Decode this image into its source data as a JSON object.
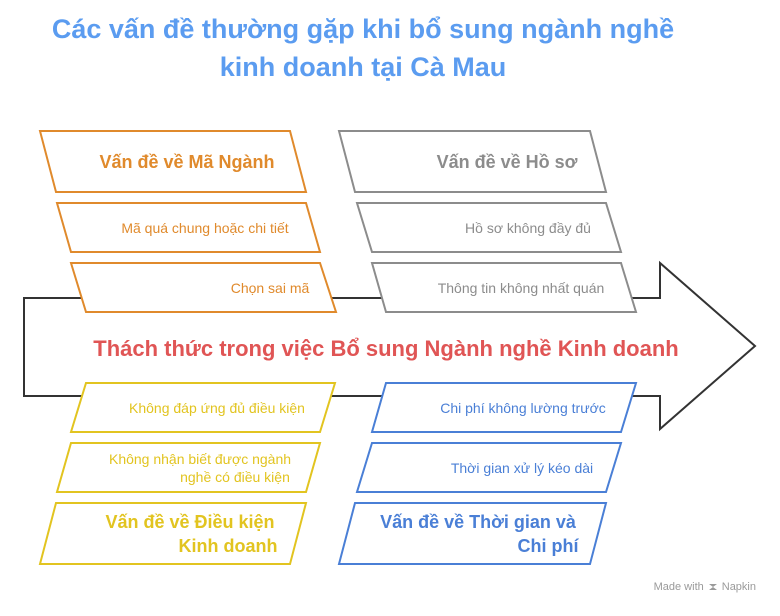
{
  "title": {
    "line1": "Các vấn đề thường gặp khi bổ sung ngành nghề",
    "line2": "kinh doanh tại Cà Mau"
  },
  "center": "Thách thức trong việc Bổ sung Ngành nghề Kinh doanh",
  "groups": {
    "ma_nganh": {
      "color": "#e08a2c",
      "heading": "Vấn đề về Mã Ngành",
      "items": [
        "Mã quá chung hoặc chi tiết",
        "Chọn sai mã"
      ]
    },
    "ho_so": {
      "color": "#8c8c8c",
      "heading": "Vấn đề về Hồ sơ",
      "items": [
        "Hồ sơ không đầy đủ",
        "Thông tin không nhất quán"
      ]
    },
    "dieu_kien": {
      "color": "#e2c420",
      "heading": [
        "Vấn đề về Điều kiện",
        "Kinh doanh"
      ],
      "items": [
        "Không đáp ứng đủ điều kiện",
        [
          "Không nhận biết được ngành",
          "nghề có điều kiện"
        ]
      ]
    },
    "thoi_gian": {
      "color": "#4a7fd6",
      "heading": [
        "Vấn đề về Thời gian và",
        "Chi phí"
      ],
      "items": [
        "Chi phí không lường trước",
        "Thời gian xử lý kéo dài"
      ]
    }
  },
  "footer": {
    "made_with": "Made with",
    "brand": "Napkin"
  }
}
